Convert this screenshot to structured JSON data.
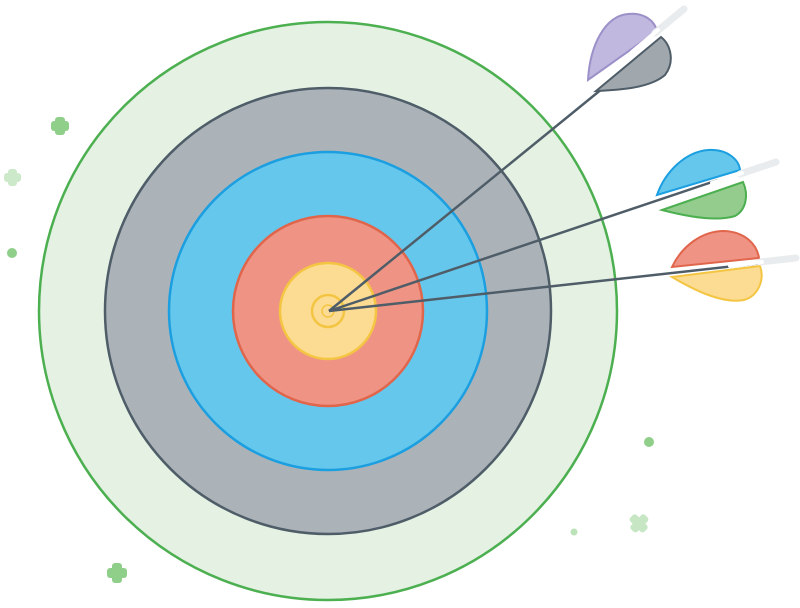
{
  "scene": {
    "subject": "archery-target-with-arrows",
    "arrow_count": 3,
    "colors": {
      "outer_ring_fill": "#e4f1e3",
      "outer_ring_stroke": "#4caf50",
      "gray_ring_fill": "#abb3b9",
      "gray_ring_stroke": "#4f5d68",
      "blue_ring_fill": "#66c7ec",
      "blue_ring_stroke": "#1b9fe0",
      "red_ring_fill": "#ef9485",
      "red_ring_stroke": "#e0654b",
      "yellow_fill": "#fcdc92",
      "yellow_stroke": "#f4c542",
      "arrow_shaft": "#4f5d68",
      "nock": "#e9ecee",
      "sparkle": "#8fcf8a"
    },
    "arrows": [
      {
        "name": "top-arrow",
        "fletch_top": "#c1b8df",
        "fletch_bottom": "#a0a8ae"
      },
      {
        "name": "middle-arrow",
        "fletch_top": "#66c7ec",
        "fletch_bottom": "#93cc8d"
      },
      {
        "name": "bottom-arrow",
        "fletch_top": "#ef9485",
        "fletch_bottom": "#fcdc92"
      }
    ]
  }
}
